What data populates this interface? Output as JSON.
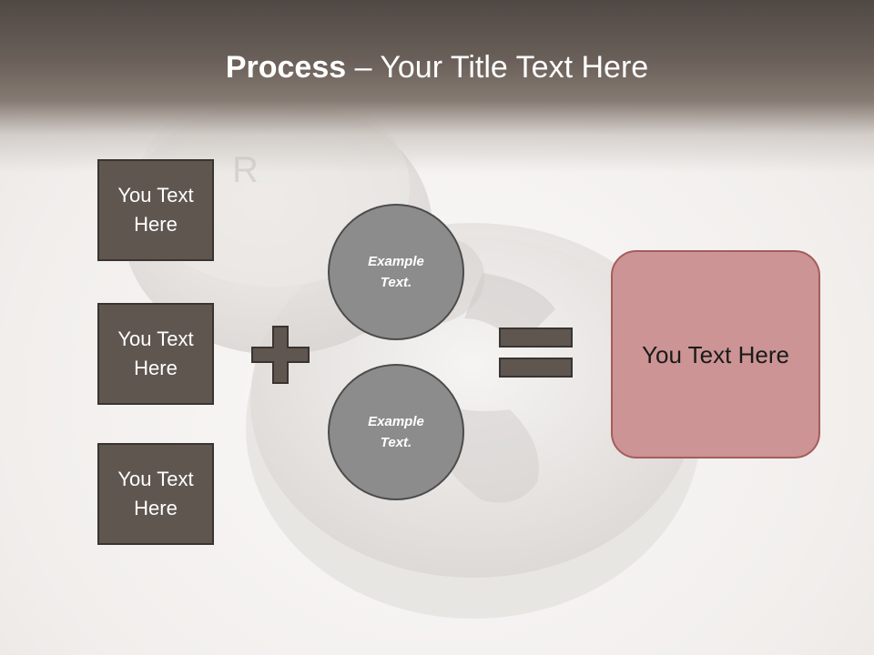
{
  "title": {
    "bold": "Process",
    "rest": " – Your Title Text Here"
  },
  "left_boxes": [
    {
      "label": "You Text Here"
    },
    {
      "label": "You Text Here"
    },
    {
      "label": "You Text Here"
    }
  ],
  "circles": [
    {
      "label": "Example Text."
    },
    {
      "label": "Example Text."
    }
  ],
  "operators": {
    "plus": "plus-icon",
    "equals": "equals-icon"
  },
  "result": {
    "label": "You Text Here"
  },
  "colors": {
    "header": "#5e5650",
    "box_fill": "#5f5650",
    "circle_fill": "#8c8c8c",
    "result_fill": "#cc9494",
    "result_border": "#a65c5c"
  }
}
